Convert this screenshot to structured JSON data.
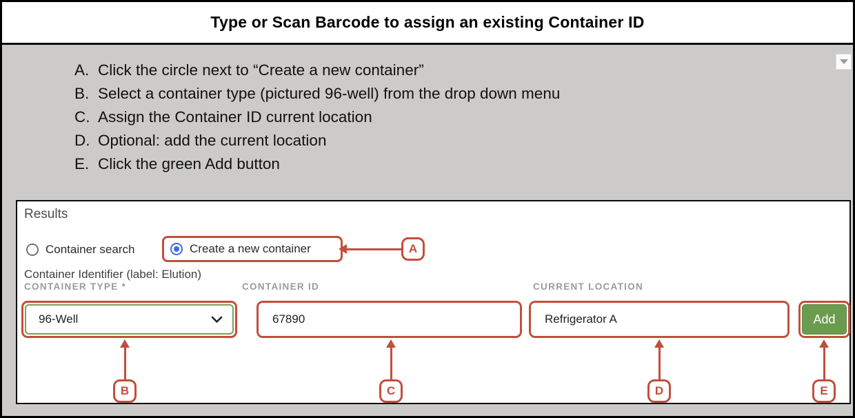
{
  "header": {
    "title": "Type or Scan Barcode to assign an existing Container ID"
  },
  "instructions": {
    "items": [
      {
        "letter": "A.",
        "text": "Click the circle next to “Create a new container”"
      },
      {
        "letter": "B.",
        "text": "Select a container type (pictured 96-well) from the drop down menu"
      },
      {
        "letter": "C.",
        "text": "Assign the Container ID current location"
      },
      {
        "letter": "D.",
        "text": "Optional: add the current location"
      },
      {
        "letter": "E.",
        "text": "Click the green Add button"
      }
    ]
  },
  "panel": {
    "title": "Results",
    "radios": {
      "search_label": "Container search",
      "create_label": "Create a new container",
      "selected_option": "Create a new container"
    },
    "identifier_caption": "Container Identifier (label: Elution)",
    "fields": {
      "container_type": {
        "label": "CONTAINER TYPE *",
        "value": "96-Well"
      },
      "container_id": {
        "label": "CONTAINER ID",
        "value": "67890"
      },
      "current_location": {
        "label": "CURRENT LOCATION",
        "value": "Refrigerator A"
      }
    },
    "add_button_label": "Add"
  },
  "callouts": {
    "a": "A",
    "b": "B",
    "c": "C",
    "d": "D",
    "e": "E"
  },
  "icons": {
    "collapse": "chevron-down-icon",
    "container_type_dropdown": "chevron-down-icon"
  },
  "colors": {
    "callout_red": "#C14F3D",
    "add_green": "#6B9B4E",
    "select_green": "#7BA05B",
    "radio_blue": "#3B6CE0",
    "bg_gray": "#CCCBCA"
  }
}
